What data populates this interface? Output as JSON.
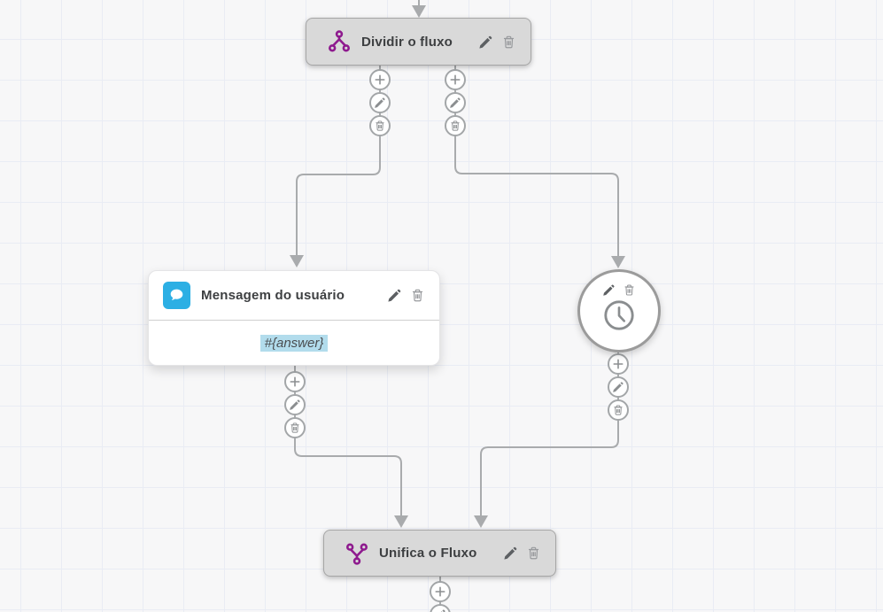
{
  "palette": {
    "canvas_background": "#f7f7f8",
    "grid_line": "#e9ecf4",
    "connector_gray": "#a9abad",
    "flow_purple": "#8e1a8e",
    "message_blue": "#2cafe4",
    "variable_highlight": "#b2dcec",
    "node_gray": "#d9d9d9"
  },
  "nodes": {
    "split": {
      "title": "Dividir o fluxo",
      "icon": "split-flow-icon"
    },
    "user_message": {
      "title": "Mensagem do usuário",
      "body": "#{answer}",
      "icon": "chat-bubble-icon"
    },
    "timer": {
      "icon": "clock-icon"
    },
    "merge": {
      "title": "Unifica o Fluxo",
      "icon": "merge-flow-icon"
    }
  },
  "actions": {
    "add": "plus-icon",
    "edit": "pencil-icon",
    "delete": "trash-icon"
  }
}
